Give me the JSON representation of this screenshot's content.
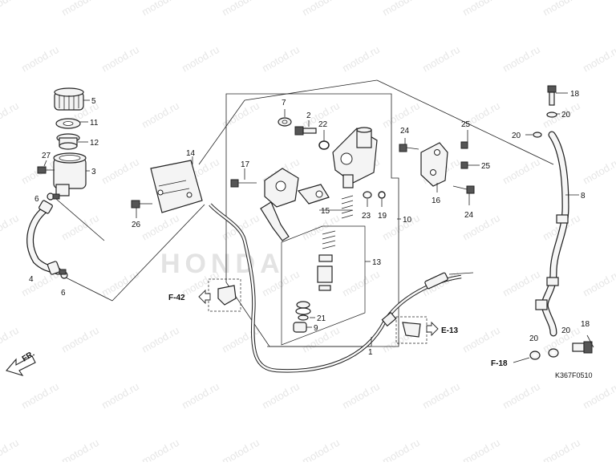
{
  "watermark": {
    "text": "motod.ru"
  },
  "labels": {
    "p1": "1",
    "p2": "2",
    "p3": "3",
    "p4": "4",
    "p5": "5",
    "p6a": "6",
    "p6b": "6",
    "p7": "7",
    "p8": "8",
    "p9": "9",
    "p10": "10",
    "p11": "11",
    "p12": "12",
    "p13": "13",
    "p14": "14",
    "p15": "15",
    "p16": "16",
    "p17": "17",
    "p18a": "18",
    "p18b": "18",
    "p19": "19",
    "p20a": "20",
    "p20b": "20",
    "p20c": "20",
    "p20d": "20",
    "p21": "21",
    "p22": "22",
    "p23": "23",
    "p24a": "24",
    "p24b": "24",
    "p25a": "25",
    "p25b": "25",
    "p26": "26",
    "p27": "27"
  },
  "refs": {
    "f42": "F-42",
    "e13": "E-13",
    "f18": "F-18"
  },
  "direction": {
    "fr": "FR."
  },
  "diagram_code": "K367F0510",
  "brand_watermark": "HONDA"
}
